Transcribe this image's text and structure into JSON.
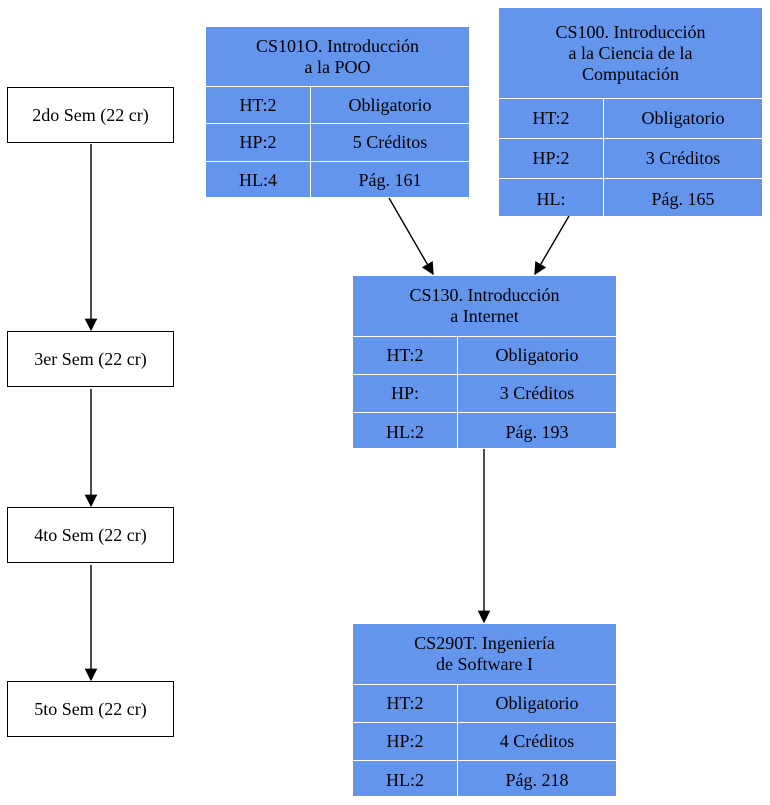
{
  "semesters": [
    {
      "label": "2do Sem (22 cr)"
    },
    {
      "label": "3er Sem (22 cr)"
    },
    {
      "label": "4to Sem (22 cr)"
    },
    {
      "label": "5to Sem (22 cr)"
    }
  ],
  "courses": {
    "cs101o": {
      "title_lines": [
        "CS101O. Introducción",
        "a la POO"
      ],
      "ht": "HT:2",
      "type": "Obligatorio",
      "hp": "HP:2",
      "credits": "5 Créditos",
      "hl": "HL:4",
      "page": "Pág. 161"
    },
    "cs100": {
      "title_lines": [
        "CS100. Introducción",
        "a la Ciencia de la",
        "Computación"
      ],
      "ht": "HT:2",
      "type": "Obligatorio",
      "hp": "HP:2",
      "credits": "3 Créditos",
      "hl": "HL:",
      "page": "Pág. 165"
    },
    "cs130": {
      "title_lines": [
        "CS130. Introducción",
        "a Internet"
      ],
      "ht": "HT:2",
      "type": "Obligatorio",
      "hp": "HP:",
      "credits": "3 Créditos",
      "hl": "HL:2",
      "page": "Pág. 193"
    },
    "cs290t": {
      "title_lines": [
        "CS290T. Ingeniería",
        "de Software I"
      ],
      "ht": "HT:2",
      "type": "Obligatorio",
      "hp": "HP:2",
      "credits": "4 Créditos",
      "hl": "HL:2",
      "page": "Pág. 218"
    }
  },
  "colors": {
    "node_fill": "#6495ED",
    "edge": "#000000",
    "divider": "#ffffff"
  }
}
